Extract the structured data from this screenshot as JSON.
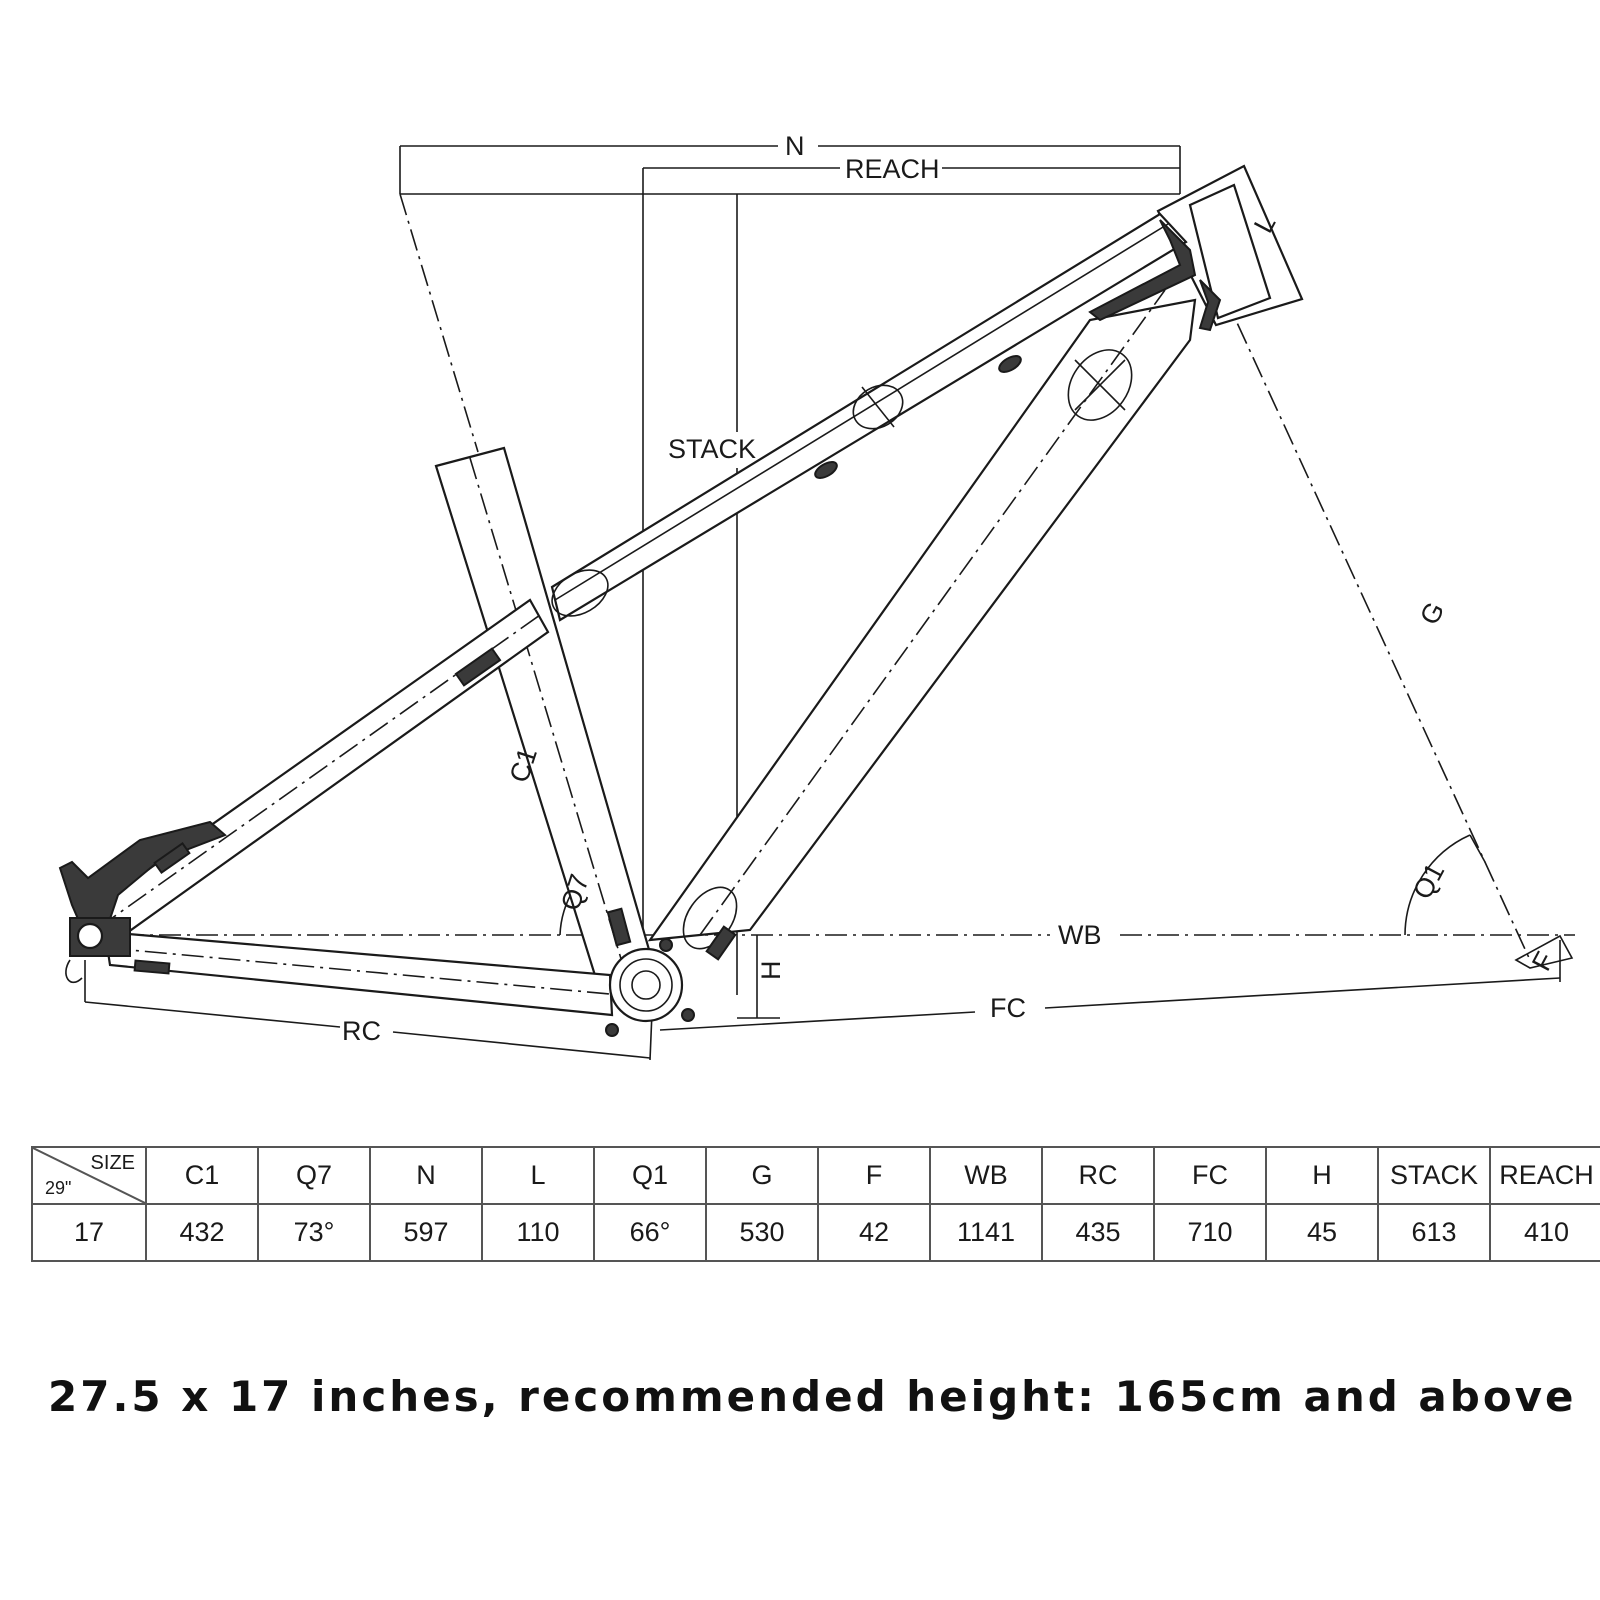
{
  "diagram": {
    "labels": {
      "n": "N",
      "reach": "REACH",
      "stack": "STACK",
      "l": "L",
      "g": "G",
      "c1": "C1",
      "q7": "Q7",
      "q1": "Q1",
      "wb": "WB",
      "h": "H",
      "f": "F",
      "fc": "FC",
      "rc": "RC"
    }
  },
  "table": {
    "corner_top": "SIZE",
    "corner_bottom": "29\"",
    "headers": [
      "C1",
      "Q7",
      "N",
      "L",
      "Q1",
      "G",
      "F",
      "WB",
      "RC",
      "FC",
      "H",
      "STACK",
      "REACH"
    ],
    "row": {
      "size": "17",
      "values": [
        "432",
        "73°",
        "597",
        "110",
        "66°",
        "530",
        "42",
        "1141",
        "435",
        "710",
        "45",
        "613",
        "410"
      ]
    }
  },
  "caption": "27.5 x 17 inches, recommended height: 165cm and above"
}
